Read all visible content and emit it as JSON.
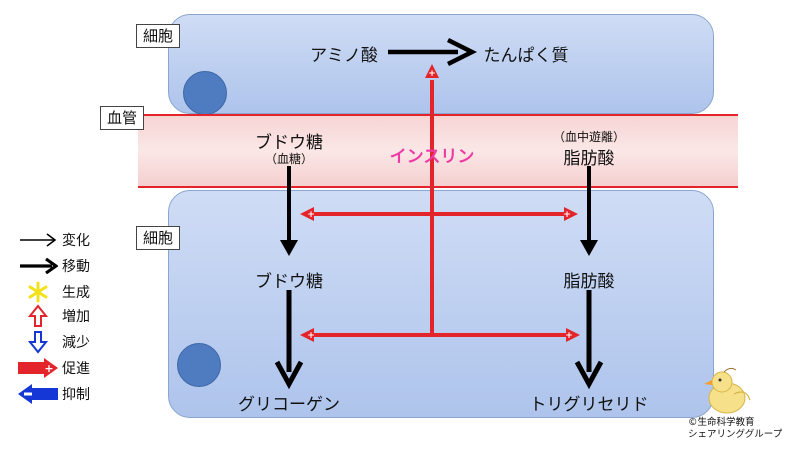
{
  "tags": {
    "cell_top": "細胞",
    "vessel": "血管",
    "cell_bottom": "細胞"
  },
  "top_cell": {
    "amino_acid": "アミノ酸",
    "protein": "たんぱく質"
  },
  "vessel": {
    "glucose": "ブドウ糖",
    "glucose_note": "（血糖）",
    "fatty_acid_note": "（血中遊離）",
    "fatty_acid": "脂肪酸",
    "insulin": "インスリン"
  },
  "bottom_cell": {
    "glucose": "ブドウ糖",
    "fatty_acid": "脂肪酸",
    "glycogen": "グリコーゲン",
    "triglyceride": "トリグリセリド"
  },
  "legend": [
    {
      "icon": "thin-arrow-icon",
      "label": "変化"
    },
    {
      "icon": "thick-arrow-icon",
      "label": "移動"
    },
    {
      "icon": "star-icon",
      "label": "生成"
    },
    {
      "icon": "increase-arrow-icon",
      "label": "増加"
    },
    {
      "icon": "decrease-arrow-icon",
      "label": "減少"
    },
    {
      "icon": "promote-arrow-icon",
      "label": "促進"
    },
    {
      "icon": "inhibit-arrow-icon",
      "label": "抑制"
    }
  ],
  "credit": {
    "line1": "©生命科学教育",
    "line2": "シェアリンググループ"
  },
  "colors": {
    "cell_fill": "#b9cdf0",
    "nucleus": "#4f7bc0",
    "vessel_line": "#e4242b",
    "vessel_fill": "#f9dede",
    "insulin_text": "#ee3aa5",
    "promote": "#e4242b",
    "inhibit": "#1437d6",
    "star": "#f2e21a"
  }
}
